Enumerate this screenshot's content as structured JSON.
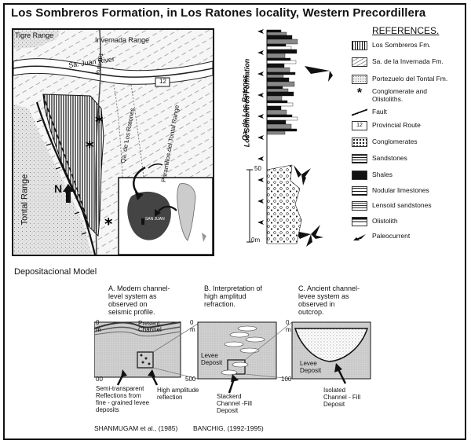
{
  "title": "Los Sombreros Formation, in Los Ratones locality, Western Precordillera",
  "map": {
    "labels": {
      "tigre_range": "Tigre Range",
      "invernada_range": "Invernada Range",
      "river": "Sa. Juan River",
      "ruta_101": "Ruta 101",
      "route_12": "12",
      "qa_ratones": "Qa. de Los Ratones",
      "paramillos": "Paramillos del Tontal Range",
      "tontal_range": "Tontal Range",
      "north": "N",
      "san_juan": "SAN JUAN"
    }
  },
  "column": {
    "label_line1": "Los Sombreros Formation",
    "label_line2": "Qa. de Los Ratones",
    "scale_50": "50",
    "scale_0": "0m"
  },
  "references": {
    "title": "REFERENCES.",
    "items": [
      {
        "label": "Los Sombreros Fm.",
        "icon": "vertical-hatch-swatch"
      },
      {
        "label": "Sa. de la Invernada Fm.",
        "icon": "dashed-swatch"
      },
      {
        "label": "Portezuelo del Tontal Fm.",
        "icon": "dotted-swatch"
      },
      {
        "label": "Conglomerate and Olistoliths.",
        "icon": "asterisk-icon"
      },
      {
        "label": "Fault",
        "icon": "fault-icon"
      },
      {
        "label": "Provincial Route",
        "icon": "route-icon"
      },
      {
        "label": "Conglomerates",
        "icon": "conglomerate-swatch"
      },
      {
        "label": "Sandstones",
        "icon": "sandstone-swatch"
      },
      {
        "label": "Shales",
        "icon": "shale-swatch"
      },
      {
        "label": "Nodular limestones",
        "icon": "nodular-swatch"
      },
      {
        "label": "Lensoid sandstones",
        "icon": "lensoid-swatch"
      },
      {
        "label": "Olistolith",
        "icon": "olistolith-swatch"
      },
      {
        "label": "Paleocurrent",
        "icon": "paleocurrent-icon"
      }
    ]
  },
  "model": {
    "title": "Depositacional Model",
    "panel_a": {
      "caption": [
        "A. Modern channel-",
        "level system as",
        "observed on",
        "seismic profile."
      ],
      "present_channel": [
        "Present",
        "Channel"
      ],
      "depth_top": "0",
      "depth_top_unit": "m",
      "depth_bottom": "00",
      "depth_right": "500",
      "note_left": [
        "Semi-transparent",
        "Reflections from",
        "fine - grained levee",
        "deposits"
      ],
      "note_right": [
        "High amplitude",
        "reflection"
      ],
      "credit": "SHANMUGAM et al., (1985)"
    },
    "panel_b": {
      "caption": [
        "B. Interpretation of",
        "high amplitud",
        "refraction."
      ],
      "depth_top": "0",
      "depth_top_unit": "m",
      "levee": [
        "Levee",
        "Deposit"
      ],
      "note": [
        "Stackerd",
        "Channel -Fill",
        "Deposit"
      ],
      "credit": "BANCHIG, (1992-1995)"
    },
    "panel_c": {
      "caption": [
        "C. Ancient channel-",
        "levee system as",
        "observed in",
        "outcrop."
      ],
      "depth_top": "0",
      "depth_top_unit": "m",
      "depth_bottom": "100",
      "levee": [
        "Levee",
        "Deposit"
      ],
      "note": [
        "Isolated",
        "Channel - Fill",
        "Deposit"
      ]
    }
  }
}
